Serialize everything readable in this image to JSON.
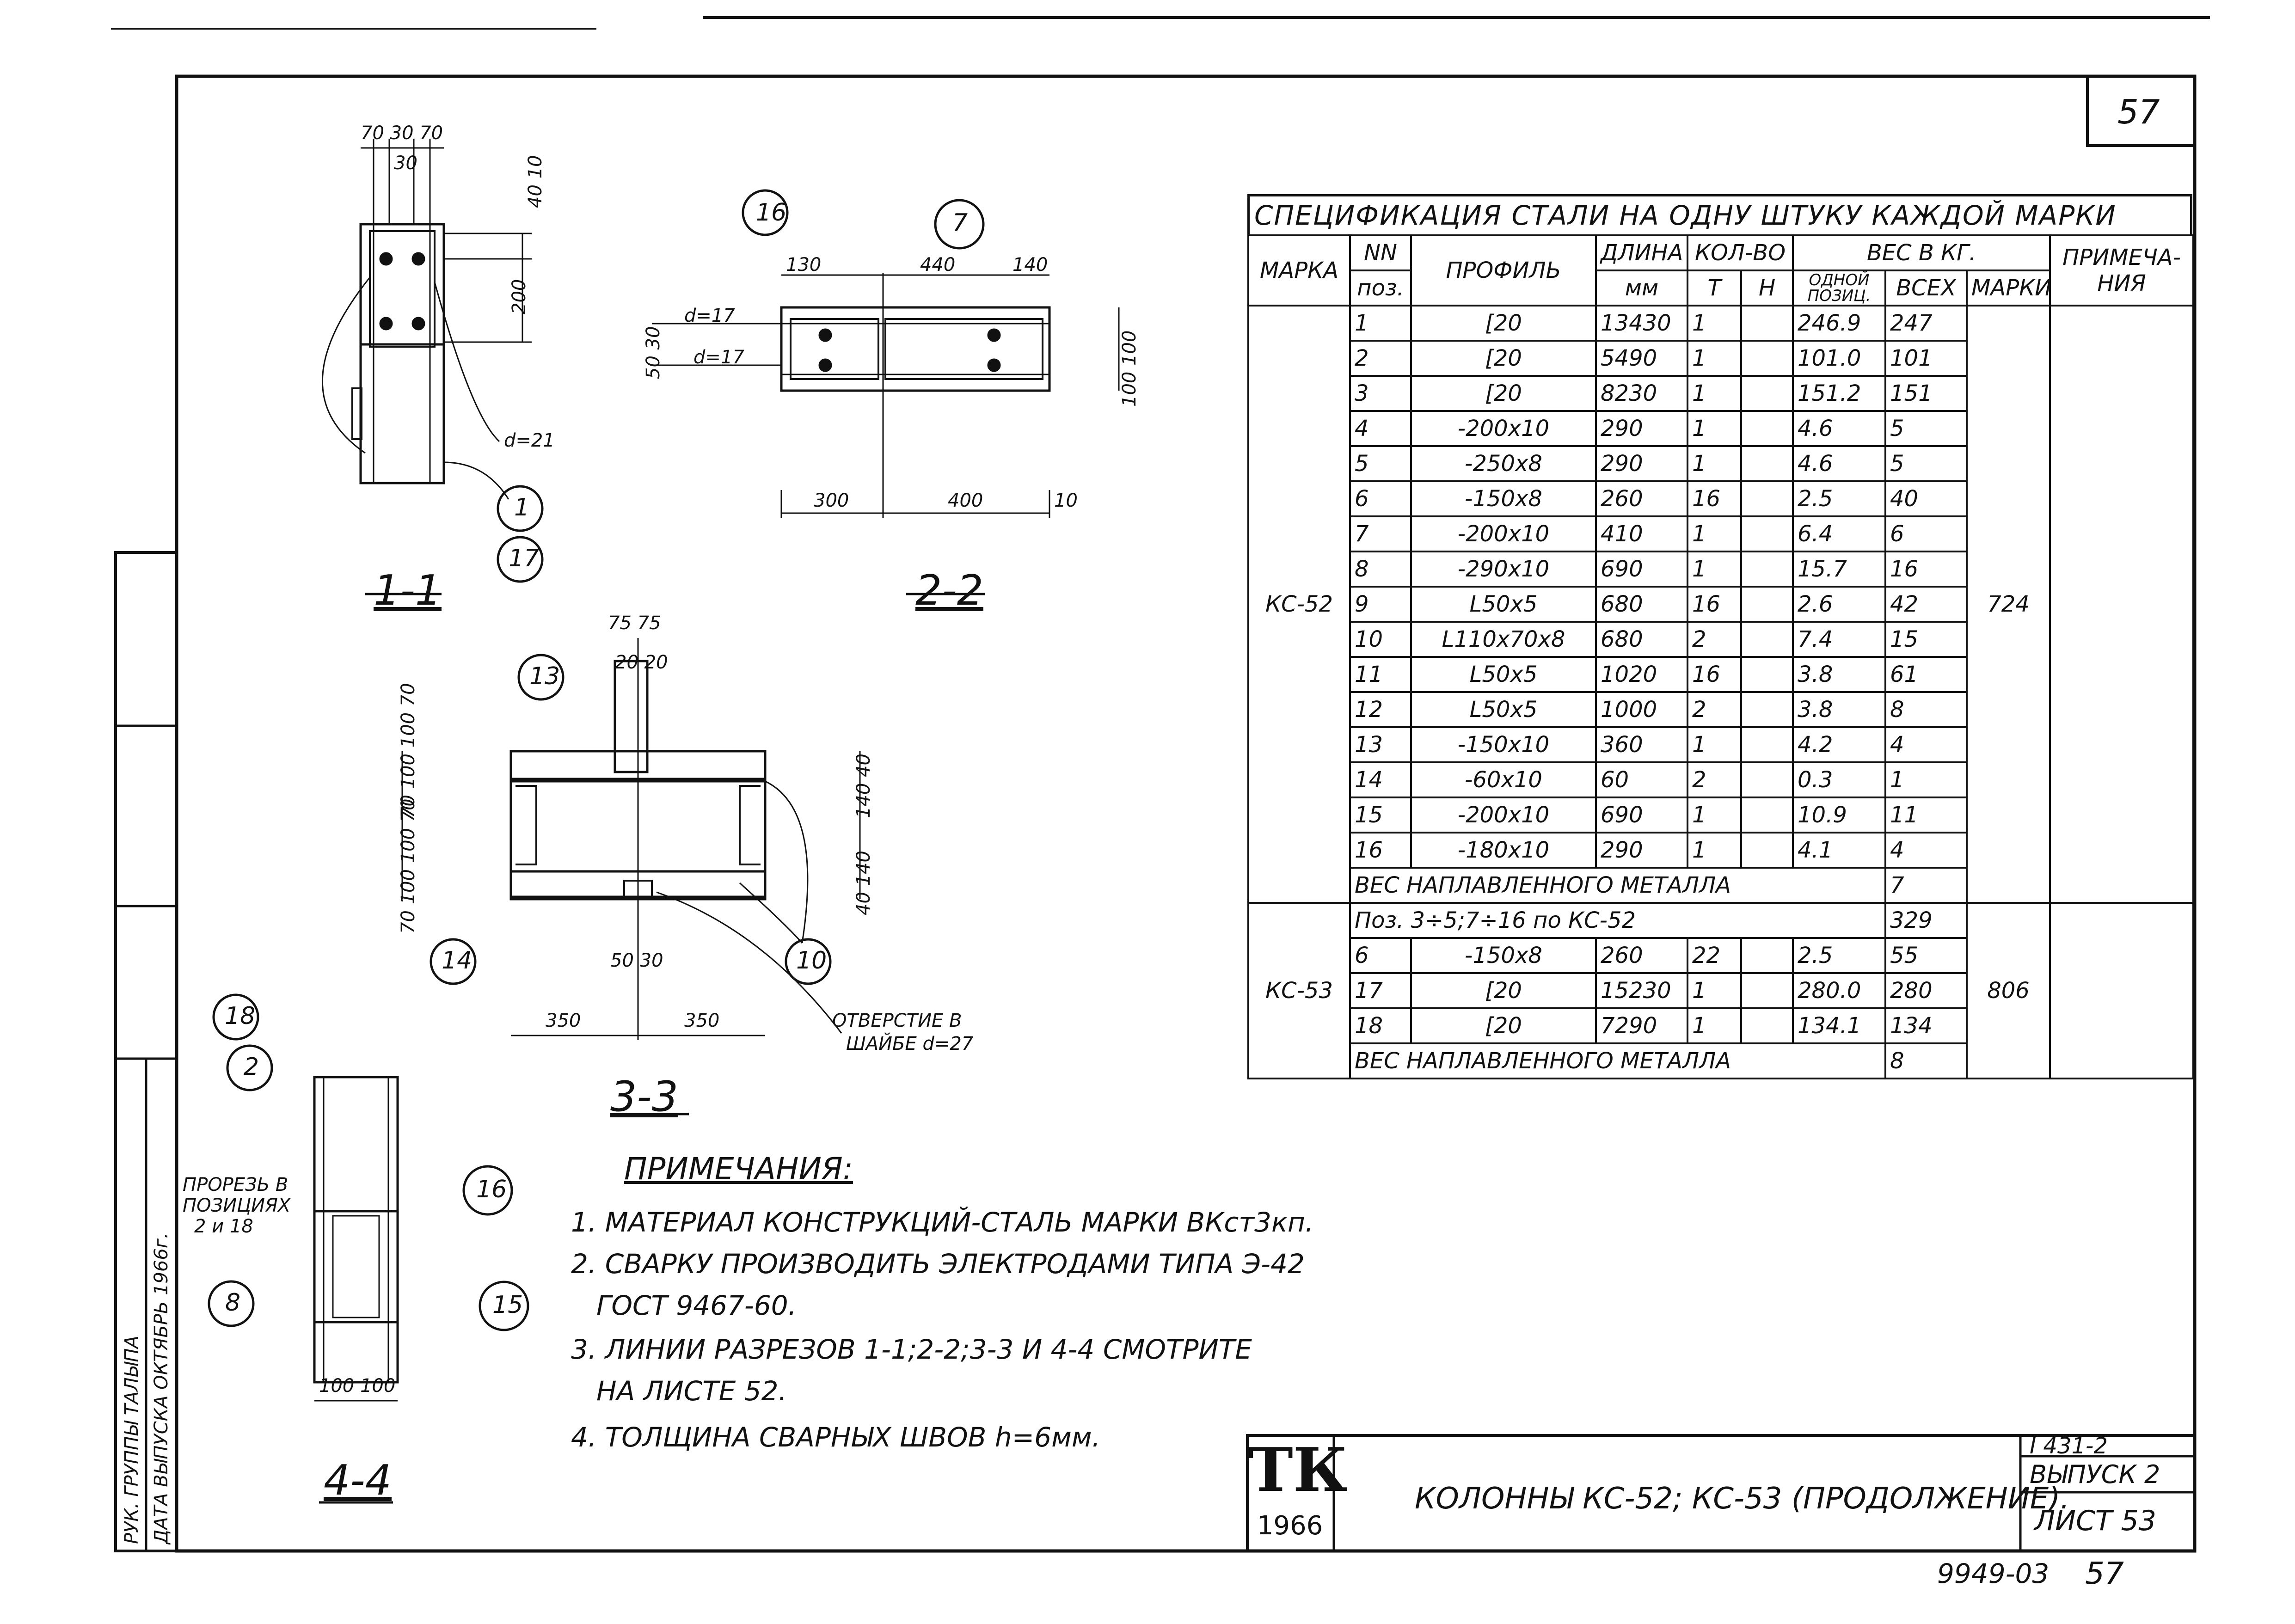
{
  "sheet_number": "57",
  "spec": {
    "caption": "СПЕЦИФИКАЦИЯ СТАЛИ НА ОДНУ ШТУКУ КАЖДОЙ МАРКИ",
    "headers": {
      "marka": "МАРКА",
      "nn": "NN",
      "poz": "поз.",
      "profil": "ПРОФИЛЬ",
      "dlina": "ДЛИНА",
      "mm": "мм",
      "kolvo": "КОЛ-ВО",
      "t": "Т",
      "n": "Н",
      "ves": "ВЕС В КГ.",
      "odnoi": "ОДНОЙ ПОЗИЦ.",
      "vseh": "ВСЕХ",
      "marki": "МАРКИ",
      "prim": "ПРИМЕЧА-НИЯ"
    },
    "groups": [
      {
        "mark": "КС-52",
        "mark_total": "724",
        "rows": [
          {
            "pos": "1",
            "profile": "[20",
            "length": "13430",
            "t": "1",
            "n": "",
            "one": "246.9",
            "all": "247"
          },
          {
            "pos": "2",
            "profile": "[20",
            "length": "5490",
            "t": "1",
            "n": "",
            "one": "101.0",
            "all": "101"
          },
          {
            "pos": "3",
            "profile": "[20",
            "length": "8230",
            "t": "1",
            "n": "",
            "one": "151.2",
            "all": "151"
          },
          {
            "pos": "4",
            "profile": "-200x10",
            "length": "290",
            "t": "1",
            "n": "",
            "one": "4.6",
            "all": "5"
          },
          {
            "pos": "5",
            "profile": "-250x8",
            "length": "290",
            "t": "1",
            "n": "",
            "one": "4.6",
            "all": "5"
          },
          {
            "pos": "6",
            "profile": "-150x8",
            "length": "260",
            "t": "16",
            "n": "",
            "one": "2.5",
            "all": "40"
          },
          {
            "pos": "7",
            "profile": "-200x10",
            "length": "410",
            "t": "1",
            "n": "",
            "one": "6.4",
            "all": "6"
          },
          {
            "pos": "8",
            "profile": "-290x10",
            "length": "690",
            "t": "1",
            "n": "",
            "one": "15.7",
            "all": "16"
          },
          {
            "pos": "9",
            "profile": "L50x5",
            "length": "680",
            "t": "16",
            "n": "",
            "one": "2.6",
            "all": "42"
          },
          {
            "pos": "10",
            "profile": "L110x70x8",
            "length": "680",
            "t": "2",
            "n": "",
            "one": "7.4",
            "all": "15"
          },
          {
            "pos": "11",
            "profile": "L50x5",
            "length": "1020",
            "t": "16",
            "n": "",
            "one": "3.8",
            "all": "61"
          },
          {
            "pos": "12",
            "profile": "L50x5",
            "length": "1000",
            "t": "2",
            "n": "",
            "one": "3.8",
            "all": "8"
          },
          {
            "pos": "13",
            "profile": "-150x10",
            "length": "360",
            "t": "1",
            "n": "",
            "one": "4.2",
            "all": "4"
          },
          {
            "pos": "14",
            "profile": "-60x10",
            "length": "60",
            "t": "2",
            "n": "",
            "one": "0.3",
            "all": "1"
          },
          {
            "pos": "15",
            "profile": "-200x10",
            "length": "690",
            "t": "1",
            "n": "",
            "one": "10.9",
            "all": "11"
          },
          {
            "pos": "16",
            "profile": "-180x10",
            "length": "290",
            "t": "1",
            "n": "",
            "one": "4.1",
            "all": "4"
          }
        ],
        "weld_label": "ВЕС НАПЛАВЛЕННОГО МЕТАЛЛА",
        "weld_value": "7"
      },
      {
        "mark": "КС-53",
        "mark_total": "806",
        "ref_row": {
          "text": "Поз. 3÷5;7÷16 по КС-52",
          "all": "329"
        },
        "rows": [
          {
            "pos": "6",
            "profile": "-150x8",
            "length": "260",
            "t": "22",
            "n": "",
            "one": "2.5",
            "all": "55"
          },
          {
            "pos": "17",
            "profile": "[20",
            "length": "15230",
            "t": "1",
            "n": "",
            "one": "280.0",
            "all": "280"
          },
          {
            "pos": "18",
            "profile": "[20",
            "length": "7290",
            "t": "1",
            "n": "",
            "one": "134.1",
            "all": "134"
          }
        ],
        "weld_label": "ВЕС НАПЛАВЛЕННОГО МЕТАЛЛА",
        "weld_value": "8"
      }
    ]
  },
  "sections": {
    "s11": "1-1",
    "s22": "2-2",
    "s33": "3-3",
    "s44": "4-4"
  },
  "dims": {
    "s11_top": "70 30 70",
    "s11_30": "30",
    "s11_right1": "40 10",
    "s11_right2": "200",
    "s11_d": "d=21",
    "s22_130": "130",
    "s22_440": "440",
    "s22_140": "140",
    "s22_300": "300",
    "s22_400": "400",
    "s22_10": "10",
    "s22_d17a": "d=17",
    "s22_d17b": "d=17",
    "s22_left": "50 30",
    "s22_100": "100 100",
    "s33_top": "75 75",
    "s33_2020": "20 20",
    "s33_left_top": "70 100 100 70",
    "s33_left_bot": "70 100 100 70",
    "s33_right_top": "140 40",
    "s33_right_bot": "40 140",
    "s33_350a": "350",
    "s33_350b": "350",
    "s33_5030": "50 30",
    "s33_hole1": "ОТВЕРСТИЕ В",
    "s33_hole2": "ШАЙБЕ d=27",
    "s44_100": "100 100",
    "s44_cut1": "ПРОРЕЗЬ В",
    "s44_cut2": "ПОЗИЦИЯХ",
    "s44_cut3": "2 и 18"
  },
  "callouts": {
    "c16a": "16",
    "c7": "7",
    "c1": "1",
    "c17": "17",
    "c13": "13",
    "c14": "14",
    "c10": "10",
    "c18": "18",
    "c2": "2",
    "c16b": "16",
    "c8": "8",
    "c15": "15"
  },
  "notes": {
    "heading": "ПРИМЕЧАНИЯ:",
    "n1": "1. МАТЕРИАЛ КОНСТРУКЦИЙ-СТАЛЬ МАРКИ ВКст3кп.",
    "n2": "2. СВАРКУ ПРОИЗВОДИТЬ ЭЛЕКТРОДАМИ ТИПА Э-42",
    "n2b": "ГОСТ 9467-60.",
    "n3": "3. ЛИНИИ РАЗРЕЗОВ 1-1;2-2;3-3 И 4-4 СМОТРИТЕ",
    "n3b": "НА ЛИСТЕ 52.",
    "n4": "4. ТОЛЩИНА СВАРНЫХ ШВОВ h=6мм."
  },
  "stamp": {
    "left_col": "РУК. ГРУППЫ  ТАЛЫПА",
    "left_col2": "ДАТА ВЫПУСКА  ОКТЯБРЬ 1966г."
  },
  "title_block": {
    "logo": "ТК",
    "logo_year": "1966",
    "title": "КОЛОННЫ  КС-52; КС-53 (ПРОДОЛЖЕНИЕ).",
    "series": "I 431-2",
    "issue": "ВЫПУСК 2",
    "sheet": "ЛИСТ 53",
    "archive": "9949-03",
    "archive_page": "57"
  }
}
